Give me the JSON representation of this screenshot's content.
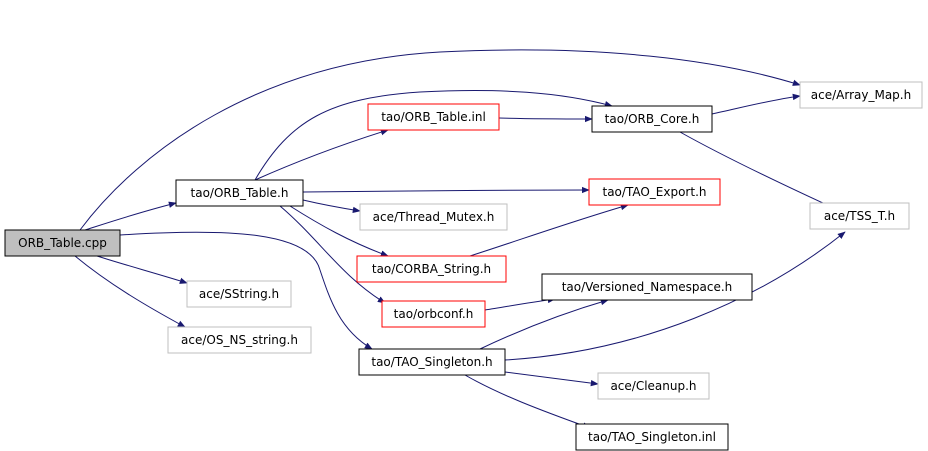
{
  "colors": {
    "edge": "#191970",
    "border_normal": "#000000",
    "border_missing": "#bfbfbf",
    "border_truncated": "#ff0000",
    "root_fill": "#bfbfbf"
  },
  "nodes": [
    {
      "id": "orb_table_cpp",
      "label": "ORB_Table.cpp",
      "kind": "root"
    },
    {
      "id": "tao_orb_table_h",
      "label": "tao/ORB_Table.h",
      "kind": "normal"
    },
    {
      "id": "ace_sstring_h",
      "label": "ace/SString.h",
      "kind": "missing"
    },
    {
      "id": "ace_os_ns_string_h",
      "label": "ace/OS_NS_string.h",
      "kind": "missing"
    },
    {
      "id": "tao_tao_singleton_h",
      "label": "tao/TAO_Singleton.h",
      "kind": "normal"
    },
    {
      "id": "ace_array_map_h",
      "label": "ace/Array_Map.h",
      "kind": "missing"
    },
    {
      "id": "tao_orb_table_inl",
      "label": "tao/ORB_Table.inl",
      "kind": "truncated"
    },
    {
      "id": "tao_orb_core_h",
      "label": "tao/ORB_Core.h",
      "kind": "normal"
    },
    {
      "id": "tao_tao_export_h",
      "label": "tao/TAO_Export.h",
      "kind": "truncated"
    },
    {
      "id": "ace_thread_mutex_h",
      "label": "ace/Thread_Mutex.h",
      "kind": "missing"
    },
    {
      "id": "tao_corba_string_h",
      "label": "tao/CORBA_String.h",
      "kind": "truncated"
    },
    {
      "id": "tao_orbconf_h",
      "label": "tao/orbconf.h",
      "kind": "truncated"
    },
    {
      "id": "tao_versioned_namespace_h",
      "label": "tao/Versioned_Namespace.h",
      "kind": "normal"
    },
    {
      "id": "ace_tss_t_h",
      "label": "ace/TSS_T.h",
      "kind": "missing"
    },
    {
      "id": "ace_cleanup_h",
      "label": "ace/Cleanup.h",
      "kind": "missing"
    },
    {
      "id": "tao_tao_singleton_inl",
      "label": "tao/TAO_Singleton.inl",
      "kind": "normal"
    }
  ],
  "edges": [
    {
      "from": "orb_table_cpp",
      "to": "tao_orb_table_h"
    },
    {
      "from": "orb_table_cpp",
      "to": "ace_sstring_h"
    },
    {
      "from": "orb_table_cpp",
      "to": "ace_os_ns_string_h"
    },
    {
      "from": "orb_table_cpp",
      "to": "tao_tao_singleton_h"
    },
    {
      "from": "orb_table_cpp",
      "to": "ace_array_map_h"
    },
    {
      "from": "tao_orb_table_h",
      "to": "tao_orb_table_inl"
    },
    {
      "from": "tao_orb_table_h",
      "to": "tao_orb_core_h"
    },
    {
      "from": "tao_orb_table_h",
      "to": "tao_tao_export_h"
    },
    {
      "from": "tao_orb_table_h",
      "to": "ace_thread_mutex_h"
    },
    {
      "from": "tao_orb_table_h",
      "to": "tao_corba_string_h"
    },
    {
      "from": "tao_orb_table_h",
      "to": "tao_orbconf_h"
    },
    {
      "from": "tao_orb_table_inl",
      "to": "tao_orb_core_h"
    },
    {
      "from": "tao_orb_core_h",
      "to": "ace_array_map_h"
    },
    {
      "from": "tao_orb_core_h",
      "to": "ace_tss_t_h"
    },
    {
      "from": "tao_corba_string_h",
      "to": "tao_tao_export_h"
    },
    {
      "from": "tao_orbconf_h",
      "to": "tao_versioned_namespace_h"
    },
    {
      "from": "tao_tao_singleton_h",
      "to": "tao_versioned_namespace_h"
    },
    {
      "from": "tao_tao_singleton_h",
      "to": "ace_tss_t_h"
    },
    {
      "from": "tao_tao_singleton_h",
      "to": "ace_cleanup_h"
    },
    {
      "from": "tao_tao_singleton_h",
      "to": "tao_tao_singleton_inl"
    }
  ]
}
